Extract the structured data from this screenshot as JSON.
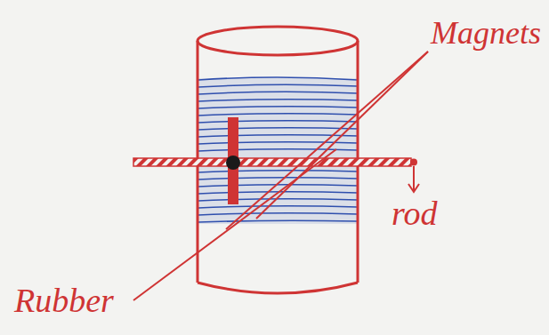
{
  "diagram": {
    "labels": [
      "Magnets",
      "rod",
      "Rubber"
    ]
  }
}
